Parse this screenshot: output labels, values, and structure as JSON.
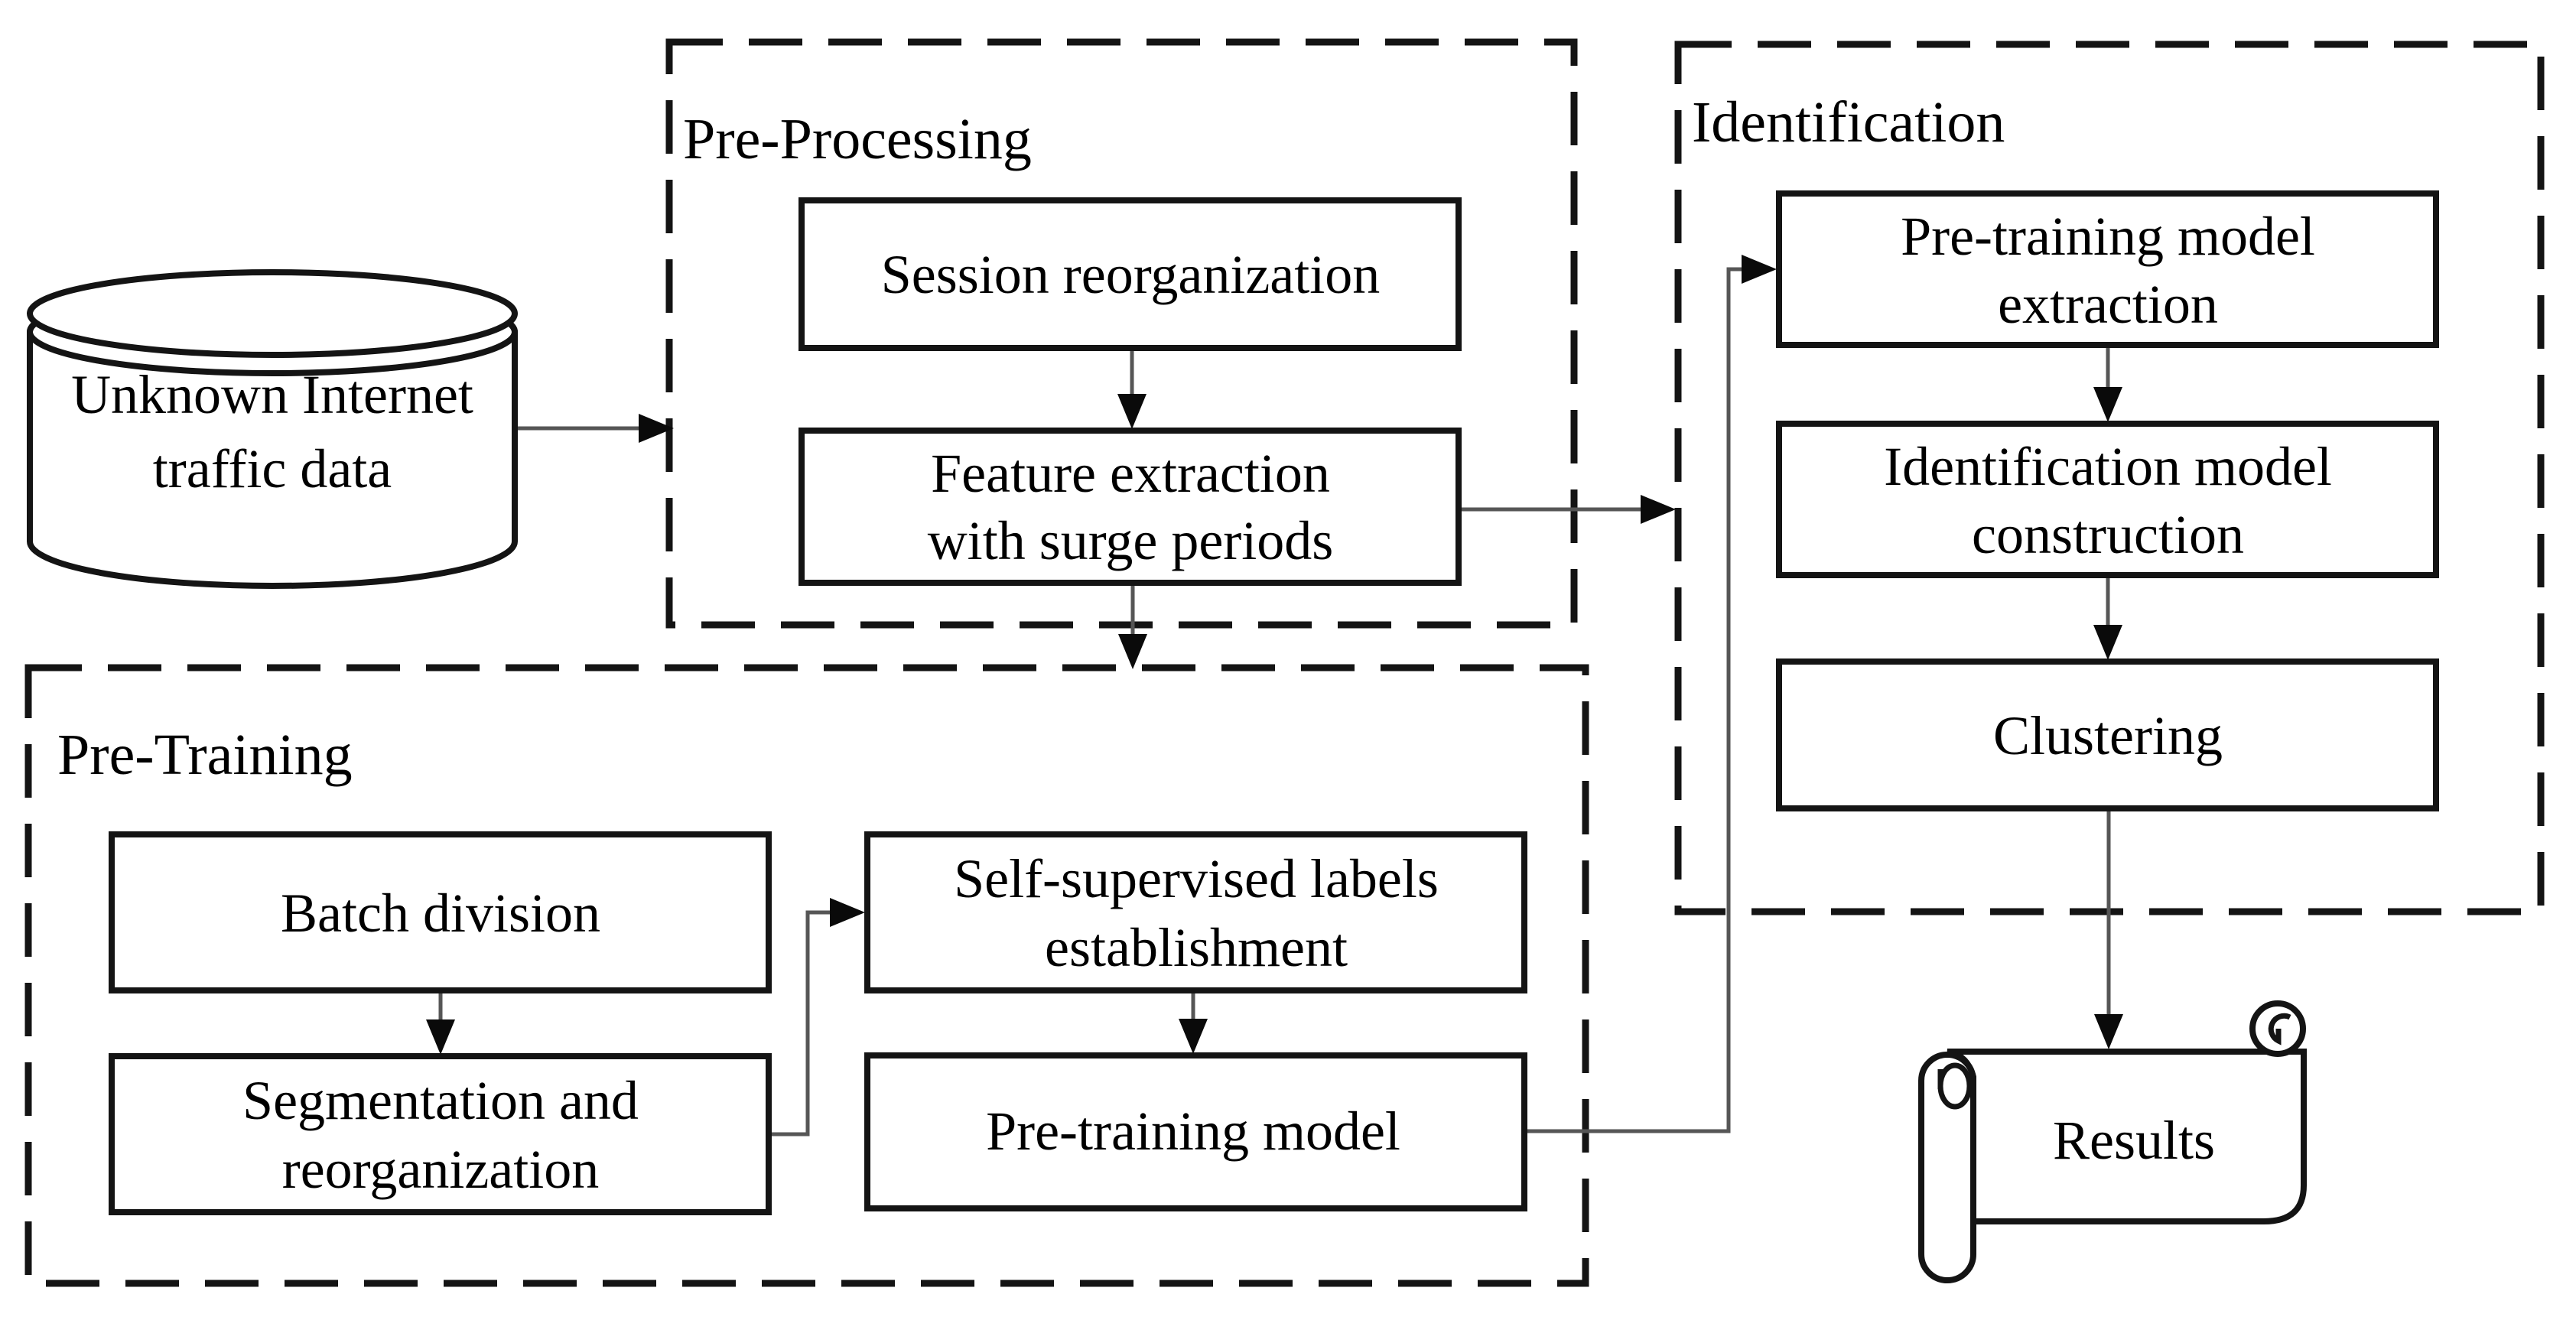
{
  "diagram": {
    "type": "flowchart",
    "colors": {
      "background": "#ffffff",
      "border": "#141414",
      "connector": "#565656",
      "arrowhead": "#0a0a0a",
      "text": "#000000"
    },
    "sections": {
      "preprocessing": {
        "label": "Pre-Processing"
      },
      "pretraining": {
        "label": "Pre-Training"
      },
      "identification": {
        "label": "Identification"
      }
    },
    "nodes": {
      "database": {
        "shape": "cylinder",
        "label_line1": "Unknown Internet",
        "label_line2": "traffic data"
      },
      "session_reorganization": {
        "label": "Session reorganization"
      },
      "feature_extraction": {
        "label_line1": "Feature extraction",
        "label_line2": "with surge periods"
      },
      "batch_division": {
        "label": "Batch division"
      },
      "segmentation_reorganization": {
        "label_line1": "Segmentation and",
        "label_line2": "reorganization"
      },
      "self_supervised_labels": {
        "label_line1": "Self-supervised labels",
        "label_line2": "establishment"
      },
      "pretraining_model": {
        "label": "Pre-training model"
      },
      "pretraining_model_extraction": {
        "label_line1": "Pre-training model",
        "label_line2": "extraction"
      },
      "identification_model_construction": {
        "label_line1": "Identification model",
        "label_line2": "construction"
      },
      "clustering": {
        "label": "Clustering"
      },
      "results": {
        "shape": "scroll",
        "label": "Results"
      }
    },
    "edges": [
      {
        "from": "database",
        "to": "preprocessing-section"
      },
      {
        "from": "session_reorganization",
        "to": "feature_extraction"
      },
      {
        "from": "feature_extraction",
        "to": "identification-section"
      },
      {
        "from": "feature_extraction",
        "to": "pretraining-section"
      },
      {
        "from": "batch_division",
        "to": "segmentation_reorganization"
      },
      {
        "from": "segmentation_reorganization",
        "to": "self_supervised_labels"
      },
      {
        "from": "self_supervised_labels",
        "to": "pretraining_model"
      },
      {
        "from": "pretraining_model",
        "to": "pretraining_model_extraction"
      },
      {
        "from": "pretraining_model_extraction",
        "to": "identification_model_construction"
      },
      {
        "from": "identification_model_construction",
        "to": "clustering"
      },
      {
        "from": "clustering",
        "to": "results"
      }
    ]
  }
}
